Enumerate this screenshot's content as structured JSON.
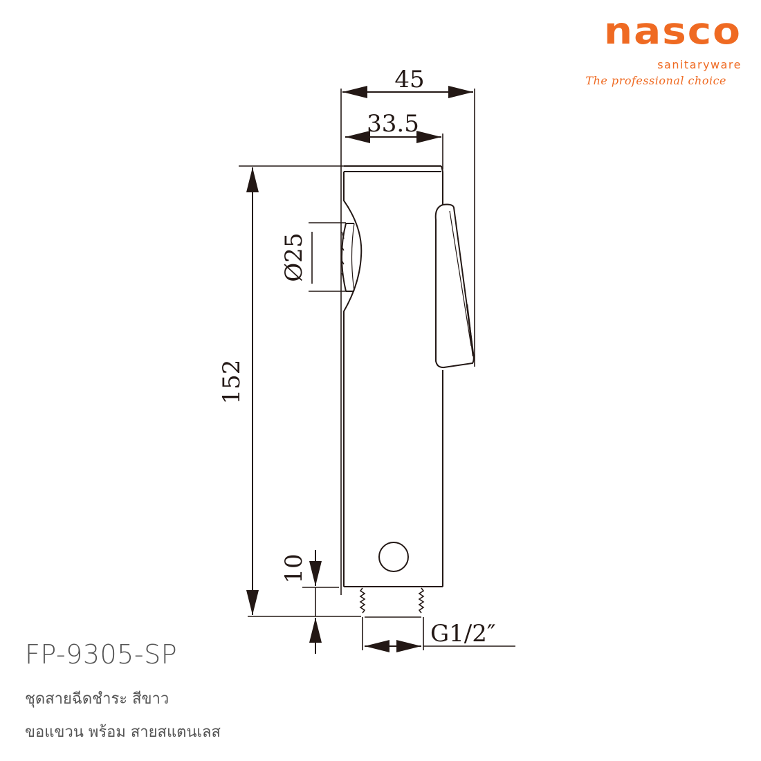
{
  "brand": {
    "name": "nasco",
    "subtitle": "sanitaryware",
    "tagline": "The professional choice",
    "color": "#ef6a22"
  },
  "drawing": {
    "line_color": "#231815",
    "dimensions": {
      "overall_width": "45",
      "body_width": "33.5",
      "height": "152",
      "spray_diameter": "Ø25",
      "thread_length": "10",
      "thread_spec": "G1/2″"
    }
  },
  "product": {
    "model": "FP-9305-SP",
    "description_line1": "ชุดสายฉีดชำระ สีขาว",
    "description_line2": "ขอแขวน พร้อม สายสแตนเลส"
  }
}
